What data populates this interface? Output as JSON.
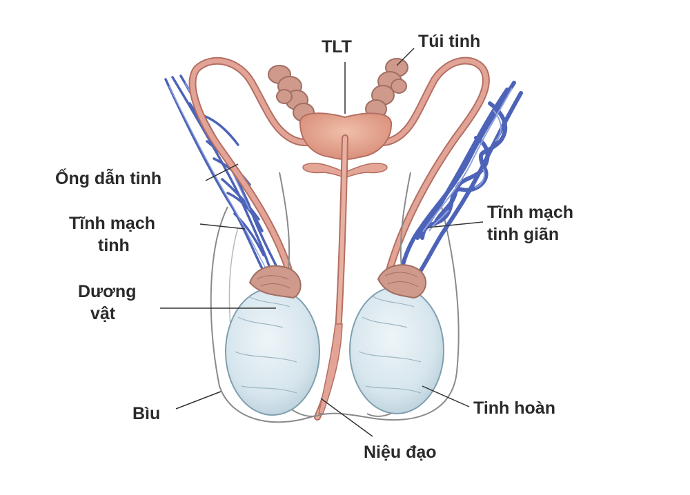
{
  "labels": {
    "tlt": "TLT",
    "tui_tinh": "Túi tinh",
    "ong_dan_tinh": "Ống dẫn tinh",
    "tinh_mach_tinh_line1": "Tĩnh mạch",
    "tinh_mach_tinh_line2": "tinh",
    "tinh_mach_gian_line1": "Tĩnh mạch",
    "tinh_mach_gian_line2": "tinh giãn",
    "duong_vat_line1": "Dương",
    "duong_vat_line2": "vật",
    "biu": "Bìu",
    "tinh_hoan": "Tinh hoàn",
    "nieu_dao": "Niệu đạo"
  },
  "colors": {
    "duct": "#d7948a",
    "duct_dark": "#b46e62",
    "prostate": "#e6a893",
    "vesicle": "#cf9a8c",
    "vein": "#4d63b8",
    "vein_light": "#8fa2de",
    "testis": "#d9e7ee",
    "testis_edge": "#7f9fae",
    "scrotum_edge": "#8a8a8a",
    "text": "#2a2a2a"
  }
}
